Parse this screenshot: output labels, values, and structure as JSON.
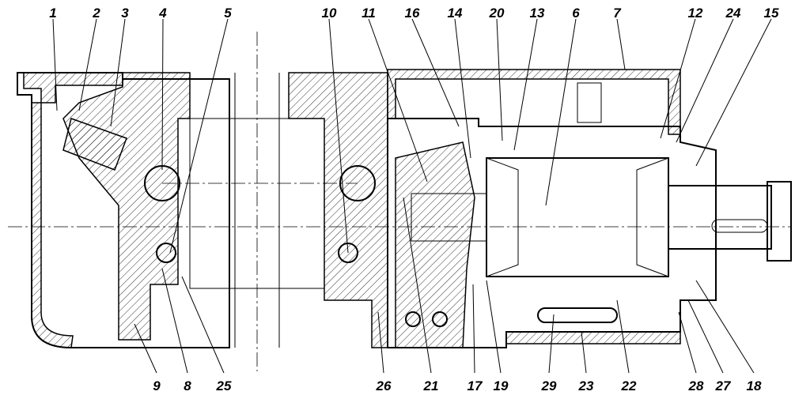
{
  "drawing": {
    "top_labels": [
      "1",
      "2",
      "3",
      "4",
      "5",
      "10",
      "11",
      "16",
      "14",
      "20",
      "13",
      "6",
      "7",
      "12",
      "24",
      "15"
    ],
    "bottom_labels": [
      "9",
      "8",
      "25",
      "26",
      "21",
      "17",
      "19",
      "29",
      "23",
      "22",
      "28",
      "27",
      "18"
    ]
  }
}
